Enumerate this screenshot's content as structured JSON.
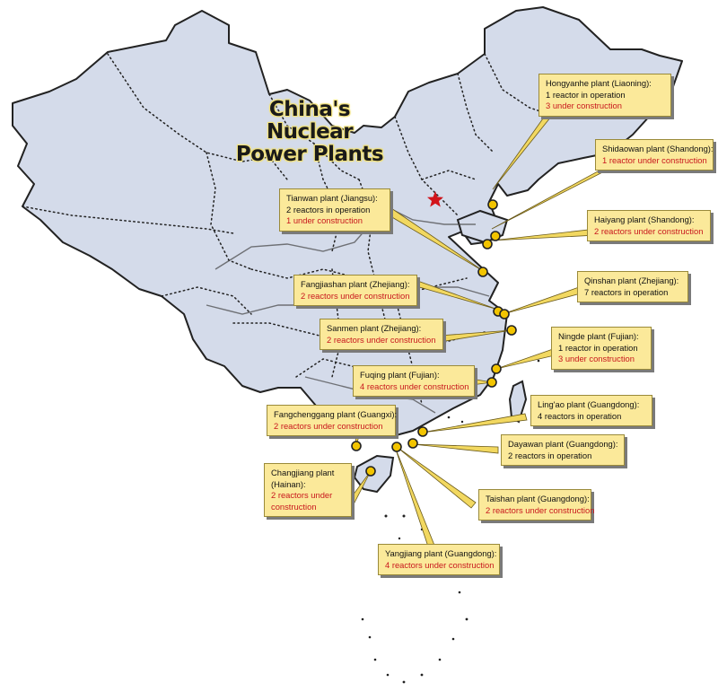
{
  "title_line1": "China's Nuclear",
  "title_line2": "Power Plants",
  "colors": {
    "land": "#d4dbea",
    "outline": "#222222",
    "label_bg": "#fbe99a",
    "under_construction_text": "#c8171d",
    "plant_marker": "#f2c400",
    "capital_star": "#d2141b"
  },
  "capital_icon": "red-star-icon",
  "plants": {
    "hongyanhe": {
      "name": "Hongyanhe plant (Liaoning):",
      "l1": "1 reactor in operation",
      "l2": "3 under construction"
    },
    "shidaowan": {
      "name": "Shidaowan plant (Shandong):",
      "l1": "1 reactor under construction"
    },
    "haiyang": {
      "name": "Haiyang plant  (Shandong):",
      "l1": "2 reactors under construction"
    },
    "tianwan": {
      "name": "Tianwan plant (Jiangsu):",
      "l1": "2 reactors in operation",
      "l2": "1 under construction"
    },
    "fangjiashan": {
      "name": "Fangjiashan plant (Zhejiang):",
      "l1": "2 reactors under construction"
    },
    "qinshan": {
      "name": "Qinshan plant (Zhejiang):",
      "l1": "7 reactors in operation"
    },
    "sanmen": {
      "name": "Sanmen plant (Zhejiang):",
      "l1": "2 reactors under construction"
    },
    "ningde": {
      "name": "Ningde plant (Fujian):",
      "l1": "1 reactor in operation",
      "l2": "3 under construction"
    },
    "fuqing": {
      "name": "Fuqing plant (Fujian):",
      "l1": "4 reactors under construction"
    },
    "lingao": {
      "name": "Ling'ao plant  (Guangdong):",
      "l1": "4 reactors in operation"
    },
    "fangchenggang": {
      "name": "Fangchenggang plant (Guangxi):",
      "l1": "2 reactors under construction"
    },
    "dayawan": {
      "name": "Dayawan plant  (Guangdong):",
      "l1": "2 reactors in operation"
    },
    "changjiang": {
      "name1": "Changjiang plant",
      "name2": "(Hainan):",
      "l1": "2 reactors under",
      "l2": "construction"
    },
    "taishan": {
      "name": "Taishan plant (Guangdong):",
      "l1": "2 reactors under construction"
    },
    "yangjiang": {
      "name": "Yangjiang plant (Guangdong):",
      "l1": "4 reactors under construction"
    }
  }
}
